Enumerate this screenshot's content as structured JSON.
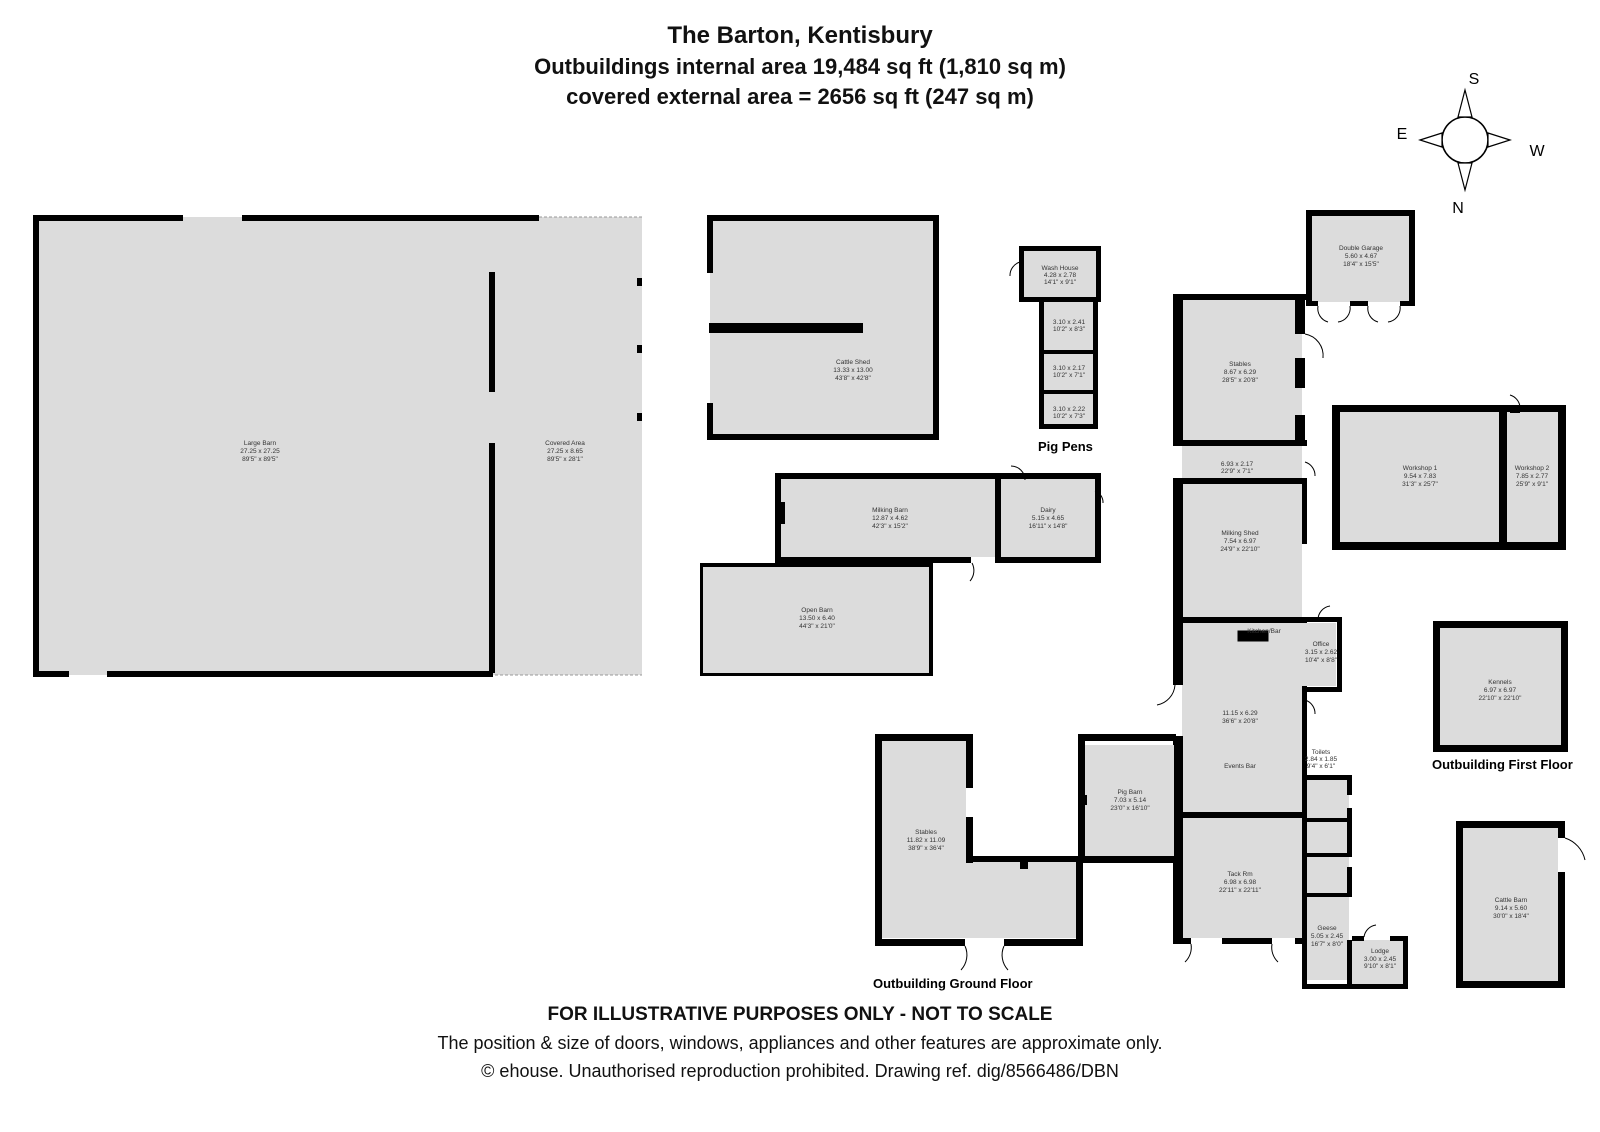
{
  "header": {
    "title": "The Barton, Kentisbury",
    "internal_area": "Outbuildings internal area 19,484 sq ft (1,810 sq m)",
    "external_area": "covered external area = 2656 sq ft (247 sq m)"
  },
  "compass": {
    "s": "S",
    "e": "E",
    "w": "W",
    "n": "N"
  },
  "rooms": {
    "large_barn": {
      "name": "Large Barn",
      "metric": "27.25 x 27.25",
      "imperial": "89'5\" x 89'5\""
    },
    "covered_area": {
      "name": "Covered Area",
      "metric": "27.25 x 8.65",
      "imperial": "89'5\" x 28'1\""
    },
    "cattle_shed": {
      "name": "Cattle Shed",
      "metric": "13.33 x 13.00",
      "imperial": "43'8\" x 42'8\""
    },
    "wash_house": {
      "name": "Wash House",
      "metric": "4.28 x 2.78",
      "imperial": "14'1\" x 9'1\""
    },
    "pen1": {
      "metric": "3.10 x 2.41",
      "imperial": "10'2\" x 8'3\""
    },
    "pen2": {
      "metric": "3.10 x 2.17",
      "imperial": "10'2\" x 7'1\""
    },
    "pen3": {
      "metric": "3.10 x 2.22",
      "imperial": "10'2\" x 7'3\""
    },
    "milking_barn": {
      "name": "Milking Barn",
      "metric": "12.87 x 4.62",
      "imperial": "42'3\" x 15'2\""
    },
    "dairy": {
      "name": "Dairy",
      "metric": "5.15 x 4.65",
      "imperial": "16'11\" x 14'8\""
    },
    "open_barn": {
      "name": "Open Barn",
      "metric": "13.50 x 6.40",
      "imperial": "44'3\" x 21'0\""
    },
    "double_garage": {
      "name": "Double Garage",
      "metric": "5.60 x 4.67",
      "imperial": "18'4\" x 15'5\""
    },
    "stables_top": {
      "name": "Stables",
      "metric": "8.67 x 6.29",
      "imperial": "28'5\" x 20'8\""
    },
    "passage": {
      "metric": "6.93 x 2.17",
      "imperial": "22'9\" x 7'1\""
    },
    "workshop1": {
      "name": "Workshop 1",
      "metric": "9.54 x 7.83",
      "imperial": "31'3\" x 25'7\""
    },
    "workshop2": {
      "name": "Workshop 2",
      "metric": "7.85 x 2.77",
      "imperial": "25'9\" x 9'1\""
    },
    "milking_shed": {
      "name": "Milking Shed",
      "metric": "7.54 x 6.97",
      "imperial": "24'9\" x 22'10\""
    },
    "kitchen_bar": {
      "name": "Kitchen/Bar"
    },
    "office": {
      "name": "Office",
      "metric": "3.15 x 2.62",
      "imperial": "10'4\" x 8'8\""
    },
    "events_bar_dims": {
      "metric": "11.15 x 6.29",
      "imperial": "36'6\" x 20'8\""
    },
    "events_bar": {
      "name": "Events Bar"
    },
    "kennels": {
      "name": "Kennels",
      "metric": "6.97 x 6.97",
      "imperial": "22'10\" x 22'10\""
    },
    "stables_left": {
      "name": "Stables",
      "metric": "11.82 x 11.09",
      "imperial": "38'9\" x 36'4\""
    },
    "pig_barn": {
      "name": "Pig Barn",
      "metric": "7.03 x 5.14",
      "imperial": "23'0\" x 16'10\""
    },
    "toilets": {
      "name": "Toilets",
      "metric": "2.84 x 1.85",
      "imperial": "9'4\" x 6'1\""
    },
    "tack_room": {
      "name": "Tack Rm",
      "metric": "6.98 x 6.98",
      "imperial": "22'11\" x 22'11\""
    },
    "cattle_barn": {
      "name": "Cattle Barn",
      "metric": "9.14 x 5.60",
      "imperial": "30'0\" x 18'4\""
    },
    "geese": {
      "name": "Geese",
      "metric": "5.05 x 2.45",
      "imperial": "16'7\" x 8'0\""
    },
    "lodge": {
      "name": "Lodge",
      "metric": "3.00 x 2.45",
      "imperial": "9'10\" x 8'1\""
    }
  },
  "captions": {
    "pig_pens": "Pig Pens",
    "first_floor": "Outbuilding First Floor",
    "ground_floor": "Outbuilding Ground Floor"
  },
  "footer": {
    "disclaimer": "FOR ILLUSTRATIVE PURPOSES ONLY - NOT TO SCALE",
    "note": "The position & size of doors, windows, appliances and other features are approximate only.",
    "copyright": "© ehouse. Unauthorised reproduction prohibited. Drawing ref. dig/8566486/DBN"
  }
}
